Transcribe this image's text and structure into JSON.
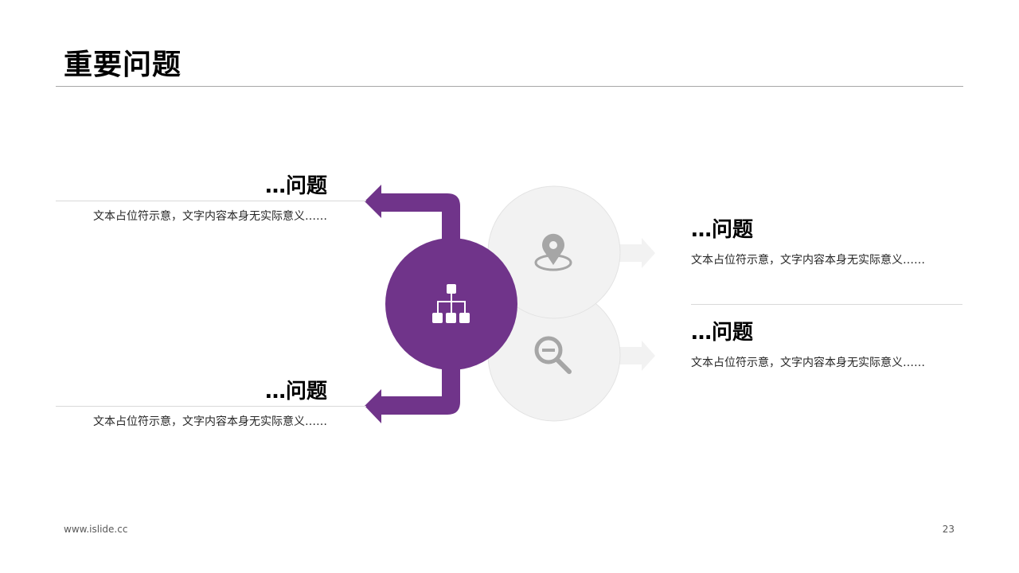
{
  "slide": {
    "title": "重要问题",
    "footer_url": "www.islide.cc",
    "page_number": "23"
  },
  "items": [
    {
      "heading": "…问题",
      "text": "文本占位符示意，文字内容本身无实际意义……"
    },
    {
      "heading": "…问题",
      "text": "文本占位符示意，文字内容本身无实际意义……"
    },
    {
      "heading": "…问题",
      "text": "文本占位符示意，文字内容本身无实际意义……"
    },
    {
      "heading": "…问题",
      "text": "文本占位符示意，文字内容本身无实际意义……"
    }
  ],
  "icons": {
    "center": "hierarchy-icon",
    "upper": "location-pin-icon",
    "lower": "zoom-out-icon"
  },
  "colors": {
    "accent": "#70348A",
    "circle_gray": "#F2F2F2",
    "icon_gray": "#A6A6A6",
    "arrow_gray": "#F2F2F2"
  }
}
